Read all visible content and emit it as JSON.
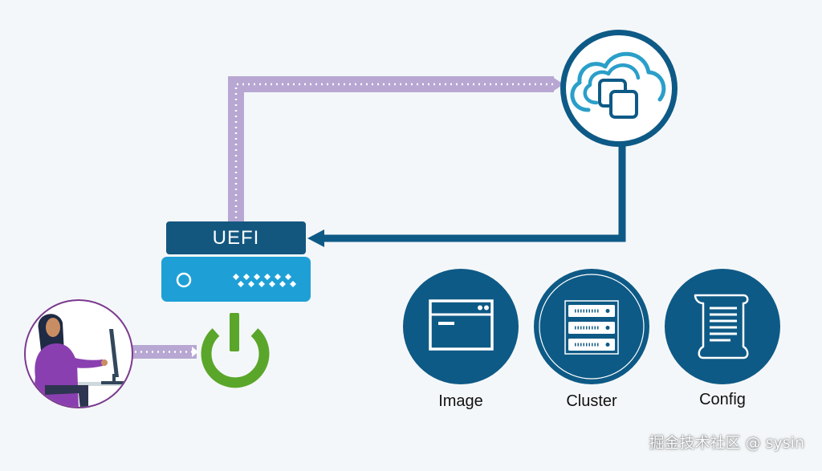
{
  "uefi_label": "UEFI",
  "services": [
    {
      "label": "Image",
      "icon": "window-icon"
    },
    {
      "label": "Cluster",
      "icon": "server-rack-icon"
    },
    {
      "label": "Config",
      "icon": "scroll-document-icon"
    }
  ],
  "watermark": "掘金技术社区 @ sysin",
  "colors": {
    "navy": "#0e5a86",
    "uefi_bar": "#13577f",
    "server_body": "#1ea0d6",
    "power_green": "#5aa62a",
    "lavender": "#b7a7d2",
    "cloud_teal": "#2a9fc9"
  }
}
